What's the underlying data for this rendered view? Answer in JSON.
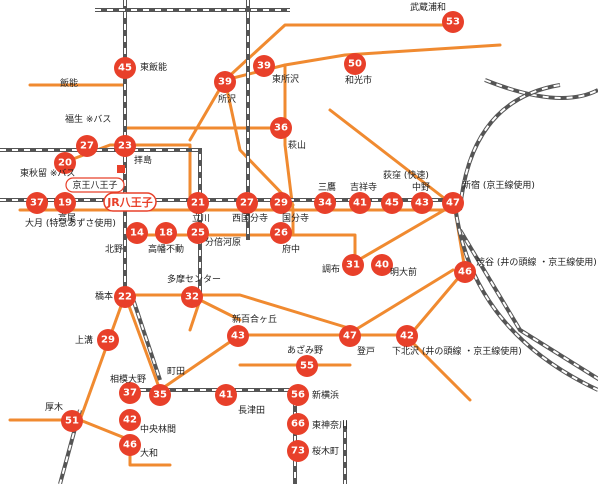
{
  "colors": {
    "route": "#f08a30",
    "node": "#e8402a",
    "rail": "#555555",
    "highlight": "#e8402a"
  },
  "stations": [
    {
      "id": "n53",
      "num": "53",
      "label": "武蔵浦和"
    },
    {
      "id": "n45a",
      "num": "45",
      "label": "東飯能"
    },
    {
      "id": "n39",
      "num": "39",
      "label": "東所沢"
    },
    {
      "id": "n50",
      "num": "50",
      "label": "和光市"
    },
    {
      "id": "n39b",
      "num": "39",
      "label": "所沢"
    },
    {
      "id": "hanno",
      "num": "",
      "label": "飯能"
    },
    {
      "id": "n36",
      "num": "36",
      "label": "萩山"
    },
    {
      "id": "n27a",
      "num": "27",
      "label": "福生 ※バス"
    },
    {
      "id": "n23",
      "num": "23",
      "label": "拝島"
    },
    {
      "id": "n20",
      "num": "20",
      "label": ""
    },
    {
      "id": "n37a",
      "num": "37",
      "label": "東秋留 ※バス"
    },
    {
      "id": "n19",
      "num": "19",
      "label": "高尾"
    },
    {
      "id": "n21",
      "num": "21",
      "label": "立川"
    },
    {
      "id": "n27b",
      "num": "27",
      "label": "西国分寺"
    },
    {
      "id": "n29a",
      "num": "29",
      "label": "国分寺"
    },
    {
      "id": "n34",
      "num": "34",
      "label": "三鷹"
    },
    {
      "id": "n41a",
      "num": "41",
      "label": "吉祥寺"
    },
    {
      "id": "n45b",
      "num": "45",
      "label": "荻窪 (快速)"
    },
    {
      "id": "n43a",
      "num": "43",
      "label": "中野"
    },
    {
      "id": "n47a",
      "num": "47",
      "label": "新宿 (京王線使用)"
    },
    {
      "id": "n14",
      "num": "14",
      "label": "北野"
    },
    {
      "id": "n18",
      "num": "18",
      "label": "高幡不動"
    },
    {
      "id": "n25",
      "num": "25",
      "label": "分倍河原"
    },
    {
      "id": "n26",
      "num": "26",
      "label": "府中"
    },
    {
      "id": "n31",
      "num": "31",
      "label": "調布"
    },
    {
      "id": "n40",
      "num": "40",
      "label": "明大前"
    },
    {
      "id": "n46a",
      "num": "46",
      "label": "渋谷 (井の頭線 ・京王線使用)"
    },
    {
      "id": "n22",
      "num": "22",
      "label": "橋本"
    },
    {
      "id": "n32",
      "num": "32",
      "label": "多摩センター"
    },
    {
      "id": "n43b",
      "num": "43",
      "label": "新百合ヶ丘"
    },
    {
      "id": "n47b",
      "num": "47",
      "label": "登戸"
    },
    {
      "id": "n42a",
      "num": "42",
      "label": "下北沢 (井の頭線 ・京王線使用)"
    },
    {
      "id": "n29b",
      "num": "29",
      "label": "上溝"
    },
    {
      "id": "n55",
      "num": "55",
      "label": "あざみ野"
    },
    {
      "id": "n37b",
      "num": "37",
      "label": "相模大野"
    },
    {
      "id": "n35",
      "num": "35",
      "label": "町田"
    },
    {
      "id": "n41b",
      "num": "41",
      "label": "長津田"
    },
    {
      "id": "n56",
      "num": "56",
      "label": "新横浜"
    },
    {
      "id": "n51",
      "num": "51",
      "label": "厚木"
    },
    {
      "id": "n42b",
      "num": "42",
      "label": "中央林間"
    },
    {
      "id": "n66",
      "num": "66",
      "label": "東神奈川"
    },
    {
      "id": "n46b",
      "num": "46",
      "label": "大和"
    },
    {
      "id": "n73",
      "num": "73",
      "label": "桜木町"
    }
  ],
  "extras": {
    "otsuki": "大月 (特急あずさ使用)",
    "keio_hachioji": "京王八王子",
    "jr_hachioji": "JR八王子"
  }
}
